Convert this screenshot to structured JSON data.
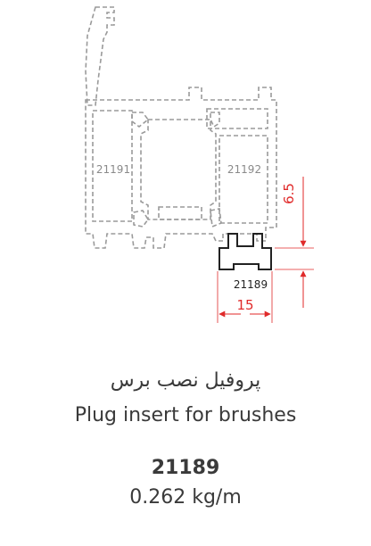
{
  "drawing": {
    "section_labels": [
      "21191",
      "21192"
    ],
    "part_label": "21189",
    "dimensions": {
      "height": "6.5",
      "width": "15"
    },
    "colors": {
      "outline": "#9a9a9a",
      "part": "#222222",
      "dimension": "#e02a2a"
    }
  },
  "product": {
    "title_fa": "پروفیل نصب برس",
    "title_en": "Plug insert for brushes",
    "code": "21189",
    "weight": "0.262 kg/m"
  }
}
